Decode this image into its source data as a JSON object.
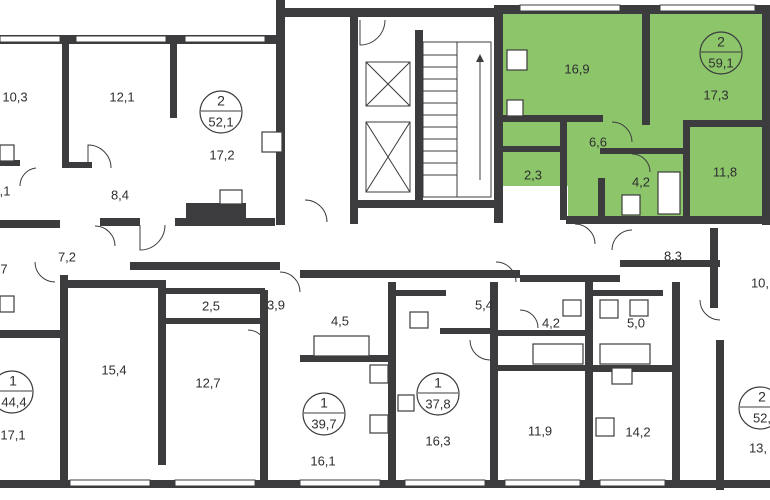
{
  "colors": {
    "wall": "#3c3c3e",
    "highlight": "#8cc56a",
    "background": "#ffffff"
  },
  "rooms": [
    {
      "label": "10,3"
    },
    {
      "label": "12,1"
    },
    {
      "label": "17,2"
    },
    {
      "label": "8,4"
    },
    {
      "label": ",1"
    },
    {
      "label": "16,9"
    },
    {
      "label": "17,3"
    },
    {
      "label": "6,6"
    },
    {
      "label": "2,3"
    },
    {
      "label": "4,2"
    },
    {
      "label": "11,8"
    },
    {
      "label": "7,2"
    },
    {
      "label": "7"
    },
    {
      "label": "8,3"
    },
    {
      "label": "10,"
    },
    {
      "label": "2,5"
    },
    {
      "label": "3,9"
    },
    {
      "label": "4,5"
    },
    {
      "label": "5,4"
    },
    {
      "label": "4,2"
    },
    {
      "label": "5,0"
    },
    {
      "label": "15,4"
    },
    {
      "label": "12,7"
    },
    {
      "label": "16,1"
    },
    {
      "label": "16,3"
    },
    {
      "label": "11,9"
    },
    {
      "label": "14,2"
    },
    {
      "label": "17,1"
    },
    {
      "label": "13,"
    }
  ],
  "apartments": [
    {
      "rooms": "2",
      "area": "52,1"
    },
    {
      "rooms": "2",
      "area": "59,1"
    },
    {
      "rooms": "1",
      "area": "44,4"
    },
    {
      "rooms": "1",
      "area": "39,7"
    },
    {
      "rooms": "1",
      "area": "37,8"
    },
    {
      "rooms": "2",
      "area": "52,"
    }
  ]
}
